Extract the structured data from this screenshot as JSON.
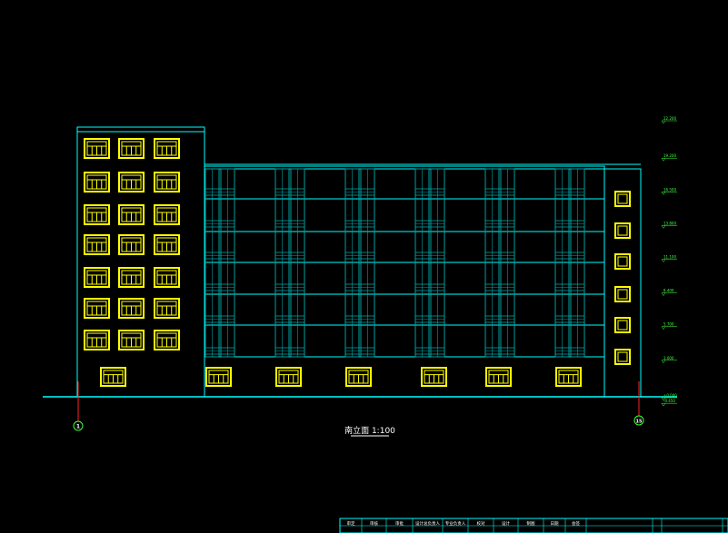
{
  "drawing": {
    "title": "南立面 1:100",
    "axis_left": "1",
    "axis_right": "15"
  },
  "elevation_levels": [
    {
      "label": "22.200",
      "value": 22.2
    },
    {
      "label": "19.200",
      "value": 19.2
    },
    {
      "label": "16.500",
      "value": 16.5
    },
    {
      "label": "13.800",
      "value": 13.8
    },
    {
      "label": "11.100",
      "value": 11.1
    },
    {
      "label": "8.400",
      "value": 8.4
    },
    {
      "label": "5.700",
      "value": 5.7
    },
    {
      "label": "3.000",
      "value": 3.0
    },
    {
      "label": "±0.000",
      "value": 0.0
    },
    {
      "label": "-0.450",
      "value": -0.45
    }
  ],
  "title_block": {
    "cells": [
      "审定",
      "审核",
      "审批",
      "设计总负责人",
      "专业负责人",
      "校对",
      "设计",
      "制图",
      "日期",
      "会签"
    ]
  },
  "colors": {
    "background": "#000000",
    "outline": "#00ffff",
    "window": "#ffff00",
    "balcony": "#00a0a0",
    "level_text": "#40ff40",
    "axis_line": "#ff2020",
    "ground": "#00ffff"
  }
}
